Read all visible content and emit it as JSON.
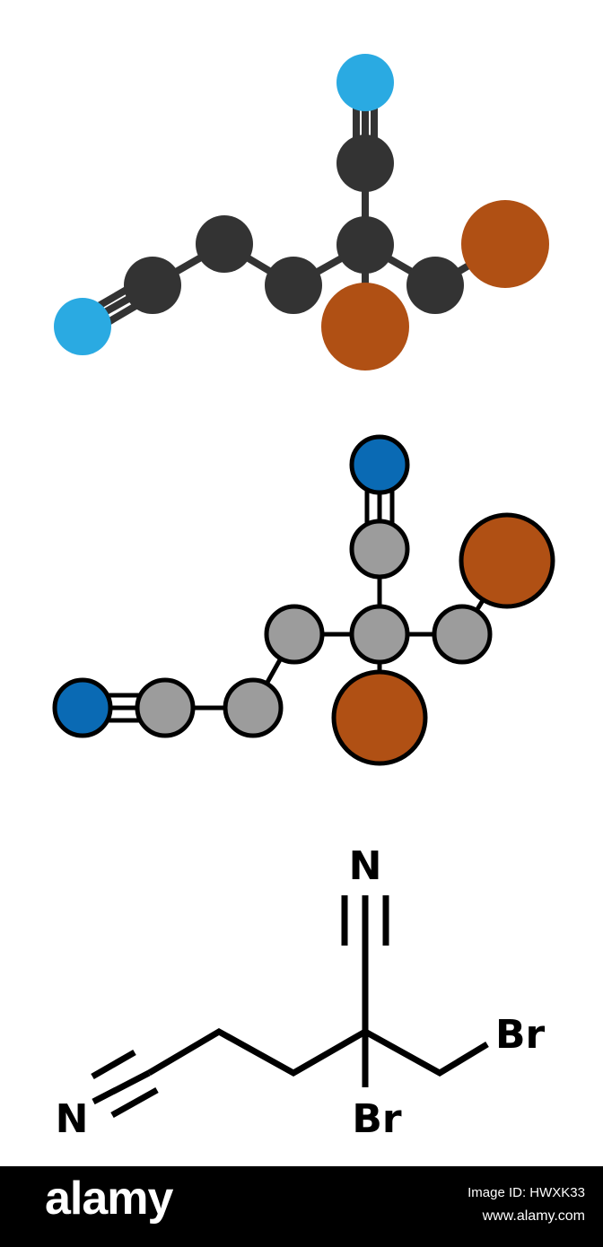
{
  "structural_formula": {
    "labels": {
      "nitrile_n_top": "N",
      "nitrile_n_left": "N",
      "bromine_right": "Br",
      "bromine_bottom": "Br"
    }
  },
  "watermark": {
    "brand": "alamy",
    "image_id": "Image ID: HWXK33",
    "site": "www.alamy.com"
  },
  "colors": {
    "background": "#ffffff",
    "carbon_dark": "#333333",
    "nitrogen_light": "#2aaae2",
    "bromine": "#b05014",
    "carbon_gray": "#9c9c9c",
    "nitrogen_dark": "#0a6ab4",
    "bond": "#000000",
    "footer": "#000000"
  }
}
